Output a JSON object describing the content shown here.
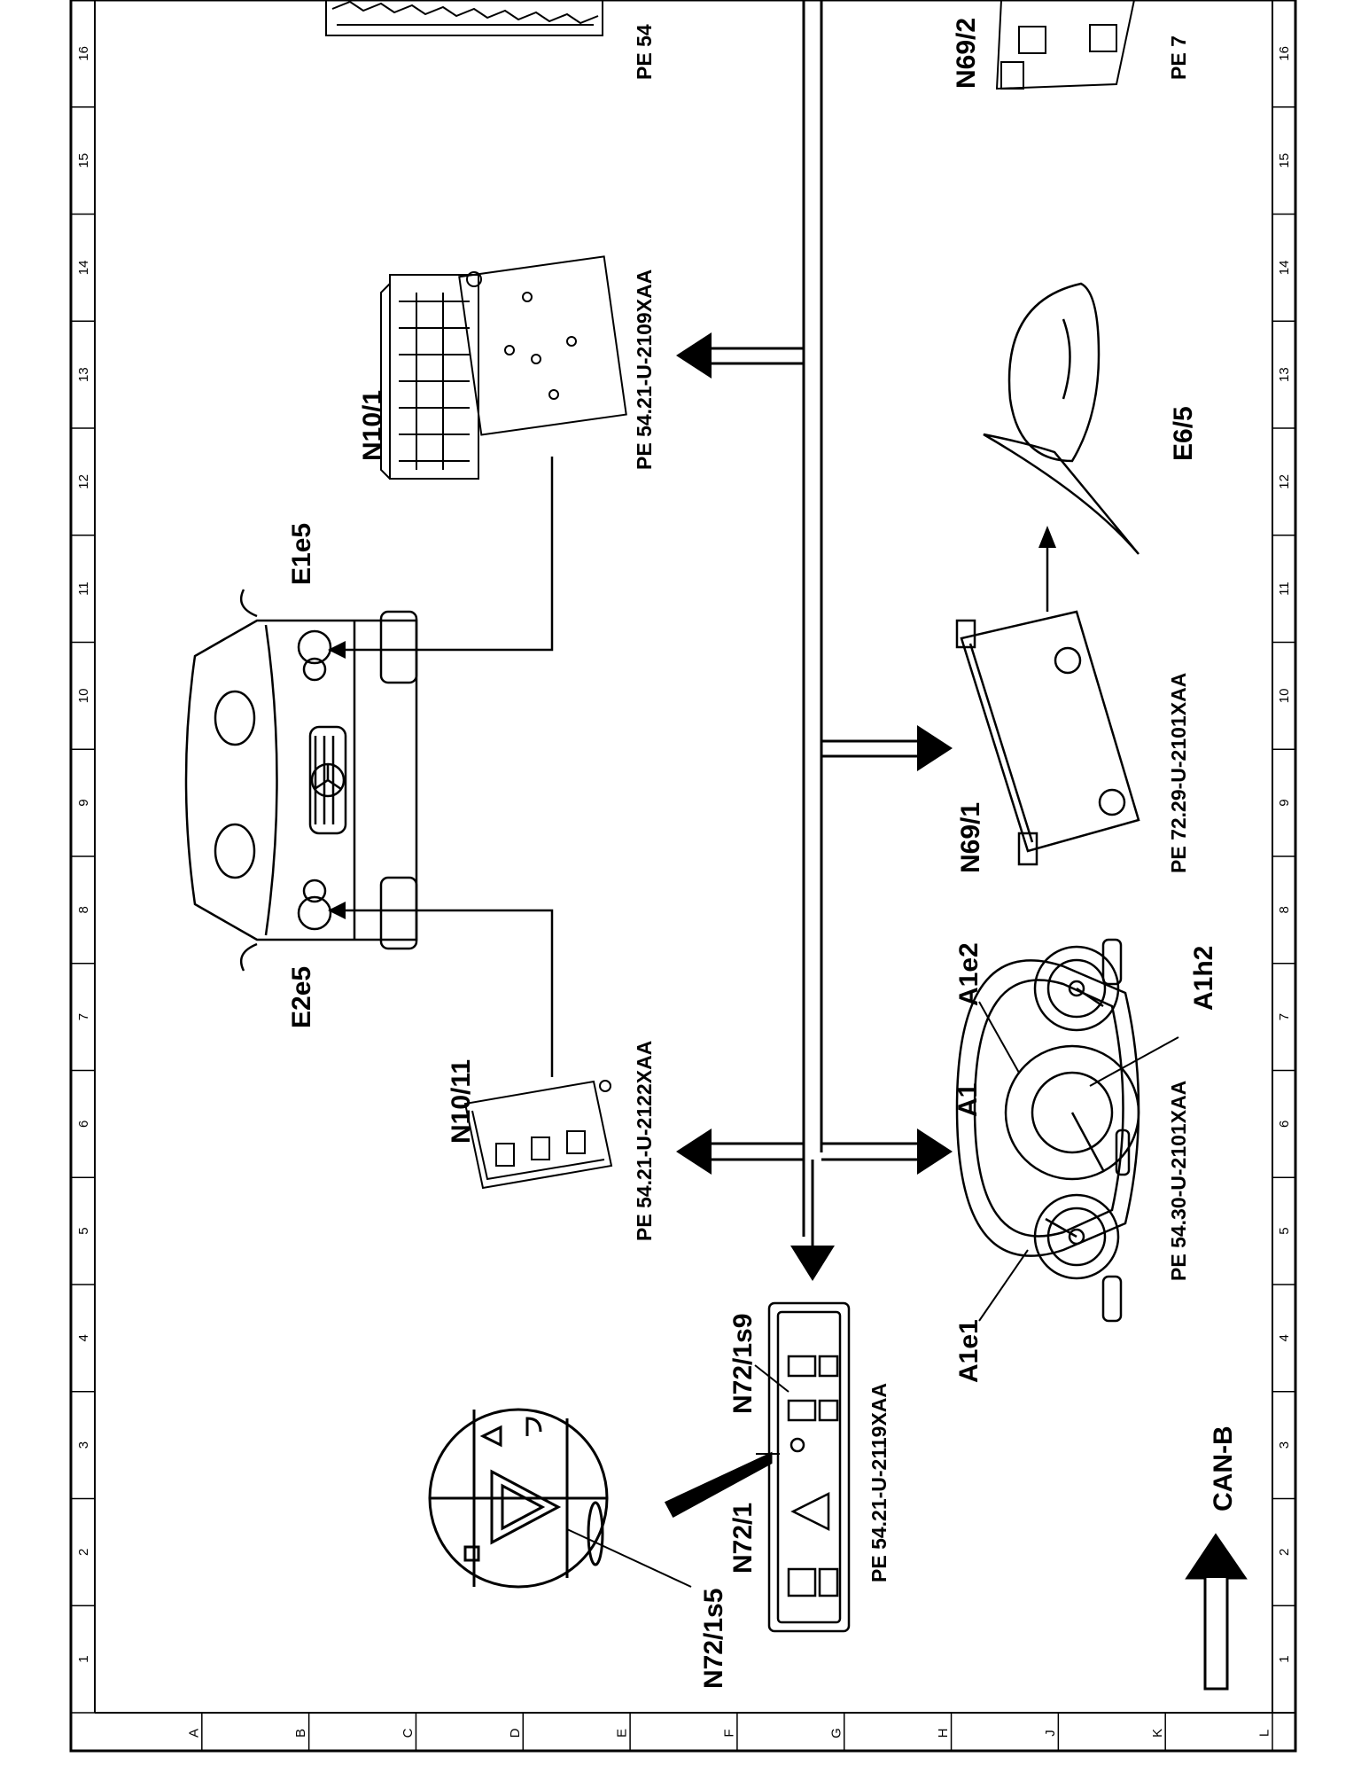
{
  "grid": {
    "columns": [
      "16",
      "15",
      "14",
      "13",
      "12",
      "11",
      "10",
      "9",
      "8",
      "7",
      "6",
      "5",
      "4",
      "3",
      "2",
      "1"
    ],
    "rows": [
      "A",
      "B",
      "C",
      "D",
      "E",
      "F",
      "G",
      "H",
      "J",
      "K",
      "L"
    ]
  },
  "components": {
    "n10_1": {
      "label": "N10/1",
      "ref": "PE 54.21-U-2109XAA"
    },
    "n10_11": {
      "label": "N10/11",
      "ref": "PE 54.21-U-2122XAA"
    },
    "e1e5": {
      "label": "E1e5"
    },
    "e2e5": {
      "label": "E2e5"
    },
    "n69_1": {
      "label": "N69/1",
      "ref": "PE 72.29-U-2101XAA"
    },
    "n69_2": {
      "label": "N69/2",
      "ref": "PE 7"
    },
    "e6_5": {
      "label": "E6/5"
    },
    "a1": {
      "label": "A1",
      "ref": "PE 54.30-U-2101XAA"
    },
    "a1e1": {
      "label": "A1e1"
    },
    "a1e2": {
      "label": "A1e2"
    },
    "a1h2": {
      "label": "A1h2"
    },
    "n72_1": {
      "label": "N72/1",
      "ref": "PE 54.21-U-2119XAA"
    },
    "n72_1s5": {
      "label": "N72/1s5"
    },
    "n72_1s9": {
      "label": "N72/1s9"
    },
    "top_unit": {
      "ref": "PE 54"
    }
  },
  "legend": {
    "label": "CAN-B"
  }
}
